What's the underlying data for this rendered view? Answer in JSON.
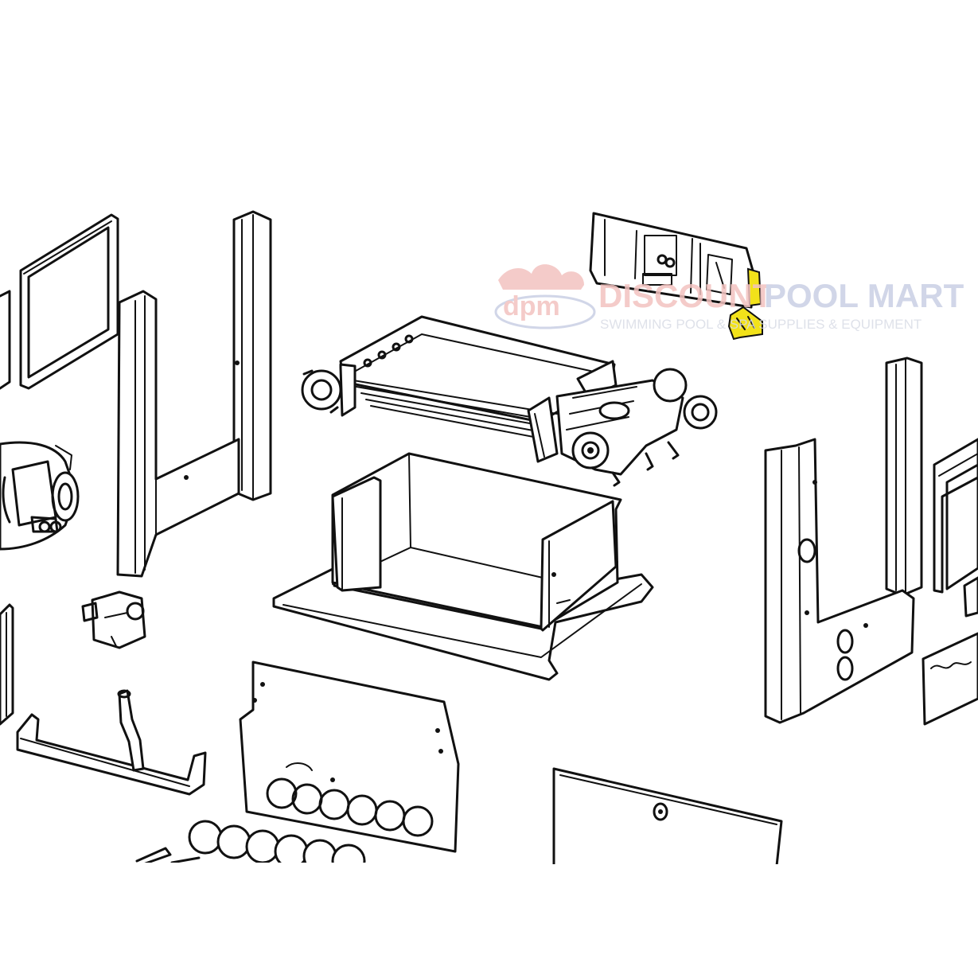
{
  "watermark": {
    "logo_letters": "dpm",
    "brand_part1": "DISCOUNT",
    "brand_part2": "POOL MART",
    "tagline": "SWIMMING POOL & SPA SUPPLIES & EQUIPMENT",
    "colors": {
      "red": "#f3c3c0",
      "blue": "#c9cfe4",
      "grey": "#d9dce6"
    }
  },
  "highlight": {
    "part": "flame-sensor-bracket",
    "color": "#f2e21a"
  },
  "line_color": "#111111",
  "background": "#ffffff"
}
